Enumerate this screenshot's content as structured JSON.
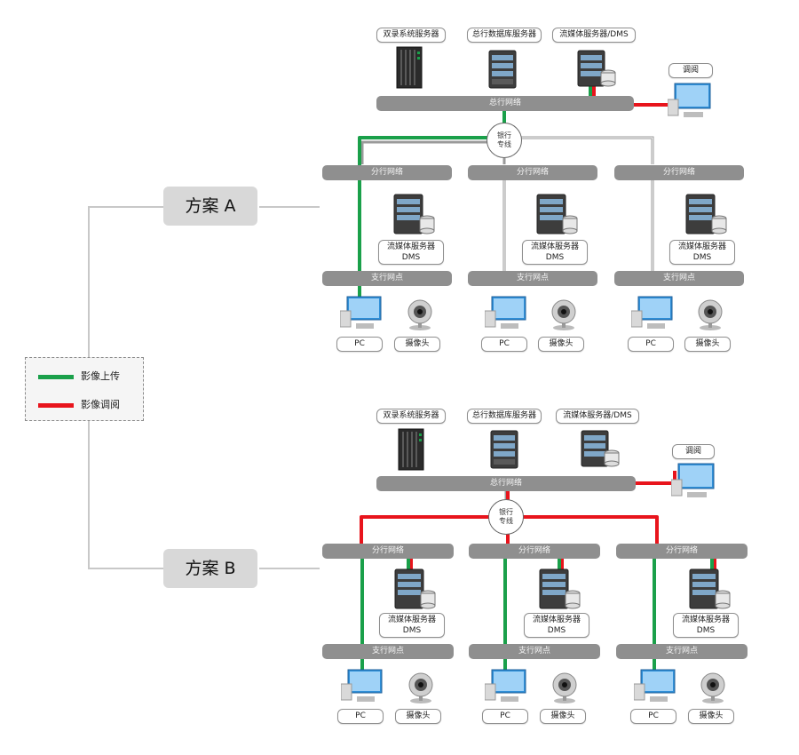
{
  "legend": {
    "upload": {
      "label": "影像上传",
      "color": "#1aa04a"
    },
    "review": {
      "label": "影像调阅",
      "color": "#e8141c"
    }
  },
  "plan_a": {
    "title": "方案 A",
    "hq_servers": [
      "双录系统服务器",
      "总行数据库服务器",
      "流媒体服务器/DMS"
    ],
    "hq_network": "总行网络",
    "review_terminal": "调阅",
    "hub_line1": "银行",
    "hub_line2": "专线",
    "branches": [
      {
        "branch_net": "分行网络",
        "dms_line1": "流媒体服务器",
        "dms_line2": "DMS",
        "sub_net": "支行网点",
        "pc": "PC",
        "camera": "摄像头"
      },
      {
        "branch_net": "分行网络",
        "dms_line1": "流媒体服务器",
        "dms_line2": "DMS",
        "sub_net": "支行网点",
        "pc": "PC",
        "camera": "摄像头"
      },
      {
        "branch_net": "分行网络",
        "dms_line1": "流媒体服务器",
        "dms_line2": "DMS",
        "sub_net": "支行网点",
        "pc": "PC",
        "camera": "摄像头"
      }
    ]
  },
  "plan_b": {
    "title": "方案 B",
    "hq_servers": [
      "双录系统服务器",
      "总行数据库服务器",
      "流媒体服务器/DMS"
    ],
    "hq_network": "总行网络",
    "review_terminal": "调阅",
    "hub_line1": "银行",
    "hub_line2": "专线",
    "branches": [
      {
        "branch_net": "分行网络",
        "dms_line1": "流媒体服务器",
        "dms_line2": "DMS",
        "sub_net": "支行网点",
        "pc": "PC",
        "camera": "摄像头"
      },
      {
        "branch_net": "分行网络",
        "dms_line1": "流媒体服务器",
        "dms_line2": "DMS",
        "sub_net": "支行网点",
        "pc": "PC",
        "camera": "摄像头"
      },
      {
        "branch_net": "分行网络",
        "dms_line1": "流媒体服务器",
        "dms_line2": "DMS",
        "sub_net": "支行网点",
        "pc": "PC",
        "camera": "摄像头"
      }
    ]
  }
}
